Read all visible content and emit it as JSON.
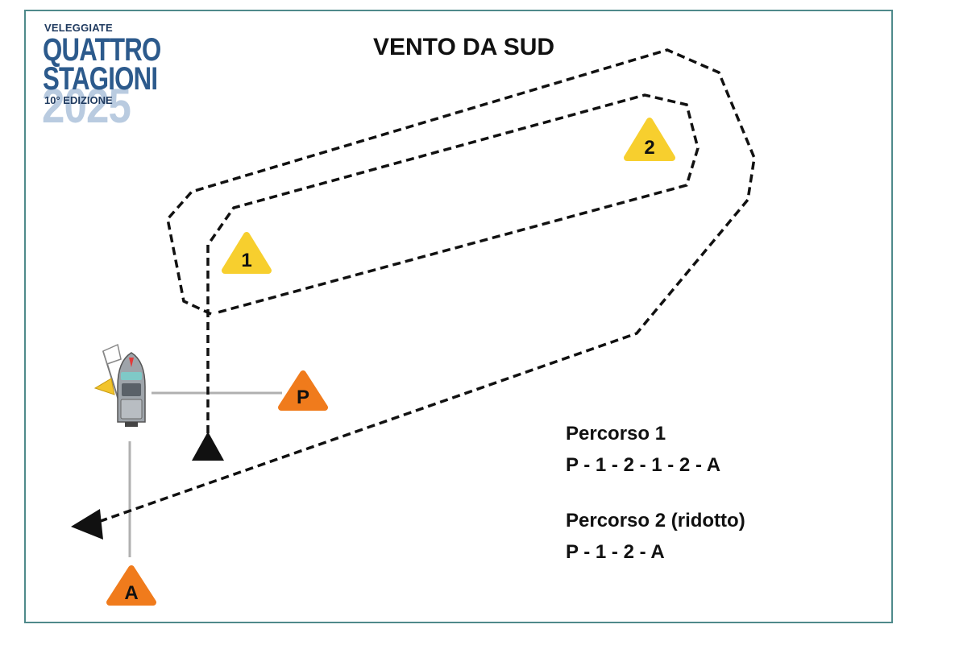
{
  "logo": {
    "top_line": "VELEGGIATE",
    "line1": "QUATTRO",
    "line2": "STAGIONI",
    "edition": "10° EDIZIONE",
    "year": "2025"
  },
  "title": "VENTO DA SUD",
  "marks": {
    "mark1": "1",
    "mark2": "2",
    "partenza": "P",
    "arrivo": "A"
  },
  "legend": {
    "course1_name": "Percorso 1",
    "course1_route": "P - 1 - 2 - 1 - 2 - A",
    "course2_name": "Percorso 2 (ridotto)",
    "course2_route": "P - 1 - 2 - A"
  },
  "colors": {
    "frame": "#4f8a8b",
    "mark_yellow": "#f7cf2e",
    "mark_orange": "#f07b1c",
    "line_gray": "#b0b0b0",
    "dashed": "#111111"
  }
}
